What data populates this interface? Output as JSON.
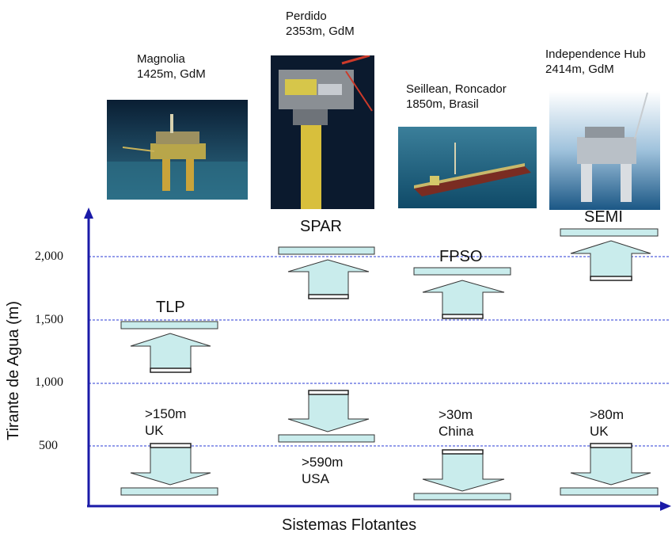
{
  "captions": {
    "magnolia": {
      "name": "Magnolia",
      "detail": "1425m, GdM"
    },
    "perdido": {
      "name": "Perdido",
      "detail": "2353m, GdM"
    },
    "seillean": {
      "name": "Seillean, Roncador",
      "detail": "1850m, Brasil"
    },
    "independence": {
      "name": "Independence Hub",
      "detail": "2414m, GdM"
    }
  },
  "types": {
    "tlp": "TLP",
    "spar": "SPAR",
    "fpso": "FPSO",
    "semi": "SEMI"
  },
  "axis": {
    "ylabel": "Tirante de Agua (m)",
    "xlabel": "Sistemas Flotantes",
    "ticks": [
      "500",
      "1,000",
      "1,500",
      "2,000"
    ]
  },
  "ranges": {
    "tlp": {
      "depth": ">150m",
      "place": "UK"
    },
    "spar": {
      "depth": ">590m",
      "place": "USA"
    },
    "fpso": {
      "depth": ">30m",
      "place": "China"
    },
    "semi": {
      "depth": ">80m",
      "place": "UK"
    }
  },
  "colors": {
    "axis": "#1a1aa8",
    "gridline": "#2a3bd6",
    "arrow_fill": "#c9ecec",
    "arrow_stroke": "#333333"
  }
}
